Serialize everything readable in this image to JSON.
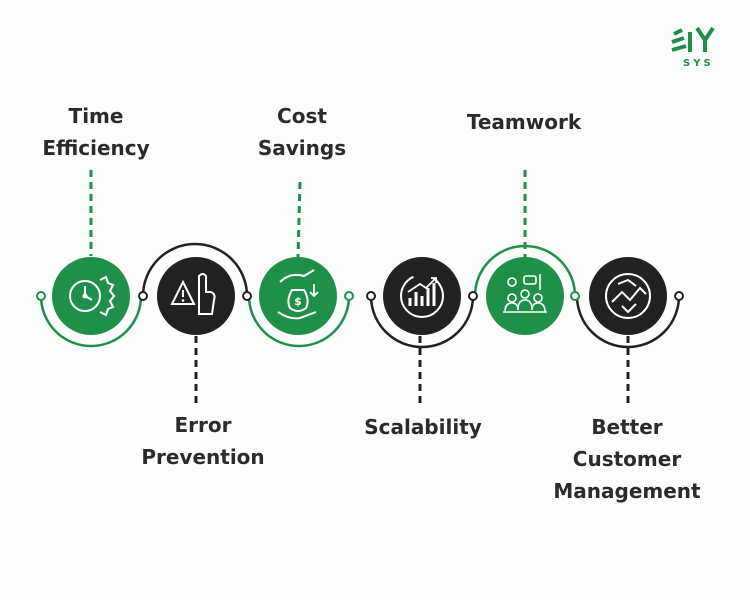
{
  "logo": {
    "mark": "EIY",
    "sub": "SYS"
  },
  "colors": {
    "green": "#1f8f4a",
    "dark": "#222222",
    "text": "#2b2b2b"
  },
  "benefits": [
    {
      "label": "Time\nEfficiency",
      "icon": "clock-gear-icon",
      "color": "green"
    },
    {
      "label": "Error\nPrevention",
      "icon": "warning-hand-icon",
      "color": "dark"
    },
    {
      "label": "Cost\nSavings",
      "icon": "money-bag-hand-icon",
      "color": "green"
    },
    {
      "label": "Scalability",
      "icon": "growth-chart-icon",
      "color": "dark"
    },
    {
      "label": "Teamwork",
      "icon": "team-meeting-icon",
      "color": "green"
    },
    {
      "label": "Better\nCustomer\nManagement",
      "icon": "handshake-icon",
      "color": "dark"
    }
  ]
}
